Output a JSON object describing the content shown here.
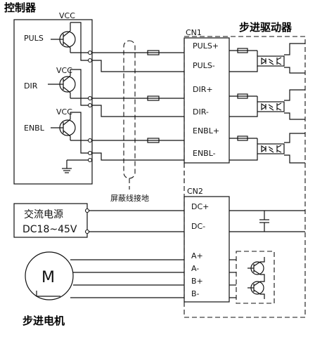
{
  "controller": {
    "title": "控制器",
    "vcc_label": "VCC",
    "signals": [
      "PULS",
      "DIR",
      "ENBL"
    ]
  },
  "driver": {
    "title": "步进驱动器",
    "cn1": {
      "name": "CN1",
      "pins": [
        "PULS+",
        "PULS-",
        "DIR+",
        "DIR-",
        "ENBL+",
        "ENBL-"
      ]
    },
    "cn2": {
      "name": "CN2",
      "power_pins": [
        "DC+",
        "DC-"
      ],
      "motor_pins": [
        "A+",
        "A-",
        "B+",
        "B-"
      ]
    }
  },
  "shield": {
    "label": "屏蔽线接地"
  },
  "power_supply": {
    "line1": "交流电源",
    "line2": "DC18~45V"
  },
  "motor": {
    "symbol": "M",
    "title": "步进电机"
  }
}
